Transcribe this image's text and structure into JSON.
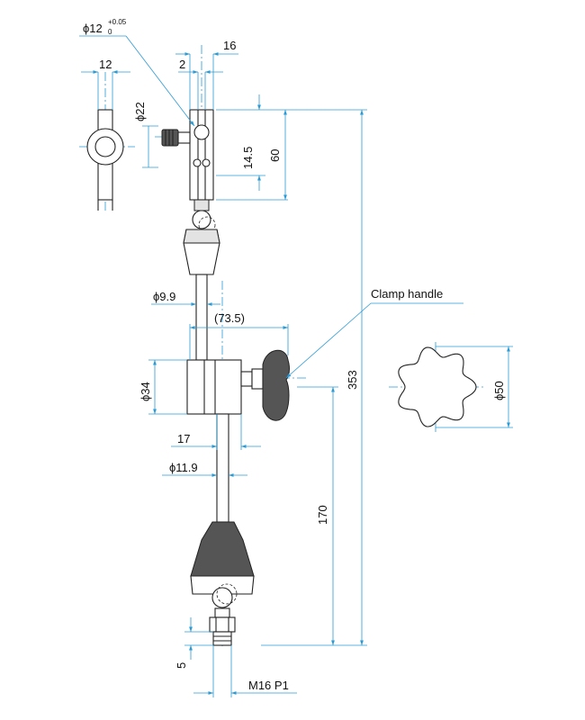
{
  "labels": {
    "dia12": "ϕ12",
    "dia12_tol_upper": "+0.05",
    "dia12_tol_lower": "0",
    "w16": "16",
    "w12": "12",
    "w2": "2",
    "dia22": "ϕ22",
    "h14_5": "14.5",
    "h60": "60",
    "clamp_handle": "Clamp handle",
    "dia9_9": "ϕ9.9",
    "w73_5": "(73.5)",
    "dia34": "ϕ34",
    "h353": "353",
    "dia50": "ϕ50",
    "w17": "17",
    "dia11_9": "ϕ11.9",
    "h170": "170",
    "h5": "5",
    "thread": "M16 P1"
  },
  "colors": {
    "dimension": "#2a9bd6",
    "outline": "#222222"
  }
}
